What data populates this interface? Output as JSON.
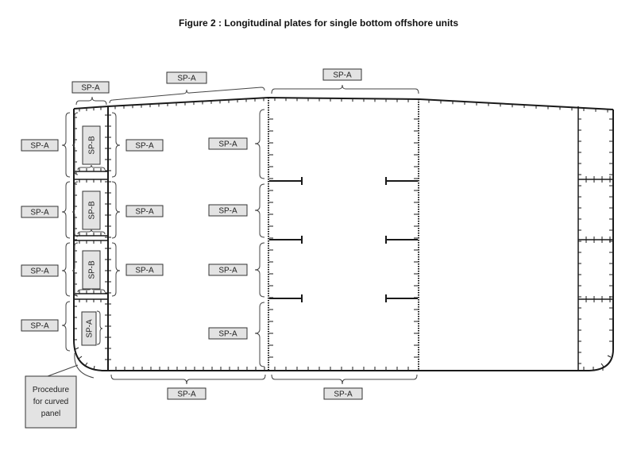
{
  "title": "Figure 2 : Longitudinal plates for single bottom offshore units",
  "labels": {
    "sp_a": "SP-A",
    "sp_b": "SP-B",
    "procedure_line1": "Procedure",
    "procedure_line2": "for curved",
    "procedure_line3": "panel"
  }
}
